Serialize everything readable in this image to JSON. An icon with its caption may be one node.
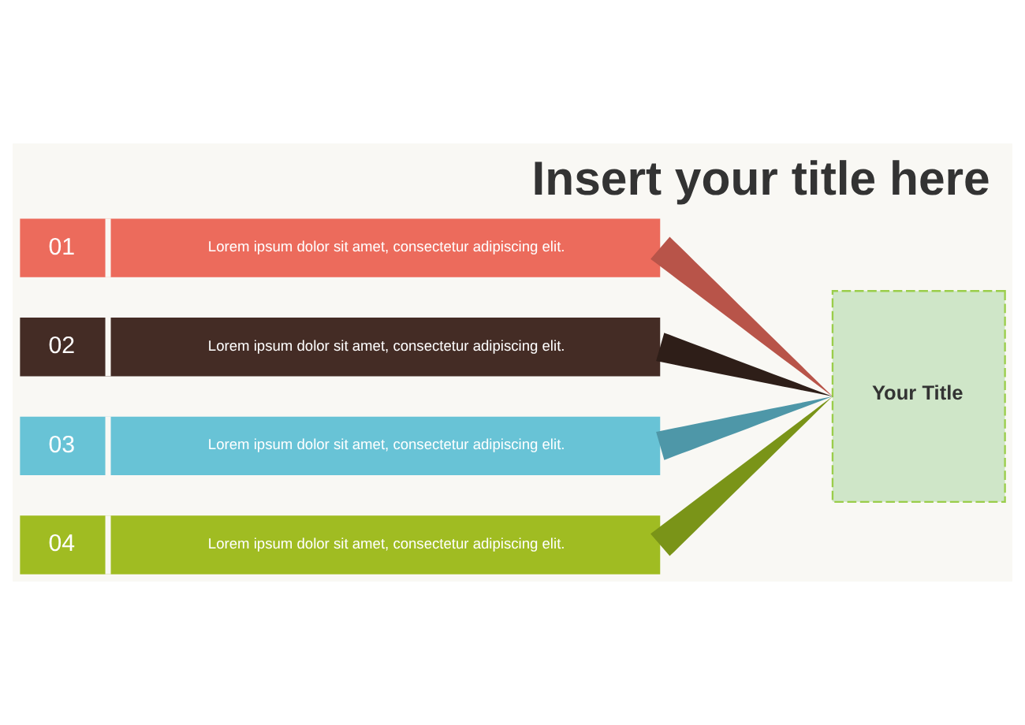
{
  "diagram": {
    "title": "Insert your title here",
    "nodes": [
      {
        "text": [
          "01",
          "Lorem ipsum dolor sit amet, consectetur adipiscing elit."
        ]
      },
      {
        "text": [
          "02",
          "Lorem ipsum dolor sit amet, consectetur adipiscing elit."
        ]
      },
      {
        "text": [
          "03",
          "Lorem ipsum dolor sit amet, consectetur adipiscing elit."
        ]
      },
      {
        "text": [
          "04",
          "Lorem ipsum dolor sit amet, consectetur adipiscing elit."
        ]
      },
      {
        "text": [
          "Your Title"
        ]
      }
    ],
    "edges": [
      {
        "from": 0,
        "to": 4,
        "arrow": "none",
        "style": "thick",
        "color": "#b85449"
      },
      {
        "from": 1,
        "to": 4,
        "arrow": "none",
        "style": "thick",
        "color": "#2e1e18"
      },
      {
        "from": 2,
        "to": 4,
        "arrow": "none",
        "style": "thick",
        "color": "#4e97a8"
      },
      {
        "from": 3,
        "to": 4,
        "arrow": "none",
        "style": "thick",
        "color": "#7a9418"
      }
    ]
  }
}
